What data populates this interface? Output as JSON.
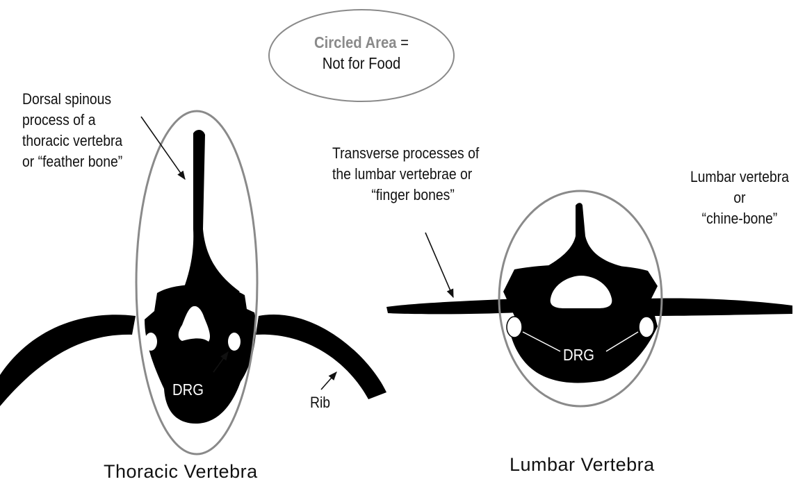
{
  "legend": {
    "highlight": "Circled Area",
    "equals": " =",
    "meaning": "Not for Food"
  },
  "thoracic": {
    "label_lines": [
      "Dorsal spinous",
      "process of a",
      "thoracic vertebra",
      "or  “feather bone”"
    ],
    "dorsal_root_ganglion": "DRG",
    "rib": "Rib",
    "caption": "Thoracic Vertebra"
  },
  "lumbar": {
    "transverse_lines": [
      "Transverse processes of",
      "the lumbar vertebrae or",
      "“finger bones”"
    ],
    "vertebra_lines": [
      "Lumbar vertebra",
      "or",
      "“chine-bone”"
    ],
    "dorsal_root_ganglion": "DRG",
    "caption": "Lumbar Vertebra"
  },
  "colors": {
    "bone": "#000000",
    "outline": "#8a8a8a",
    "background": "#ffffff"
  }
}
